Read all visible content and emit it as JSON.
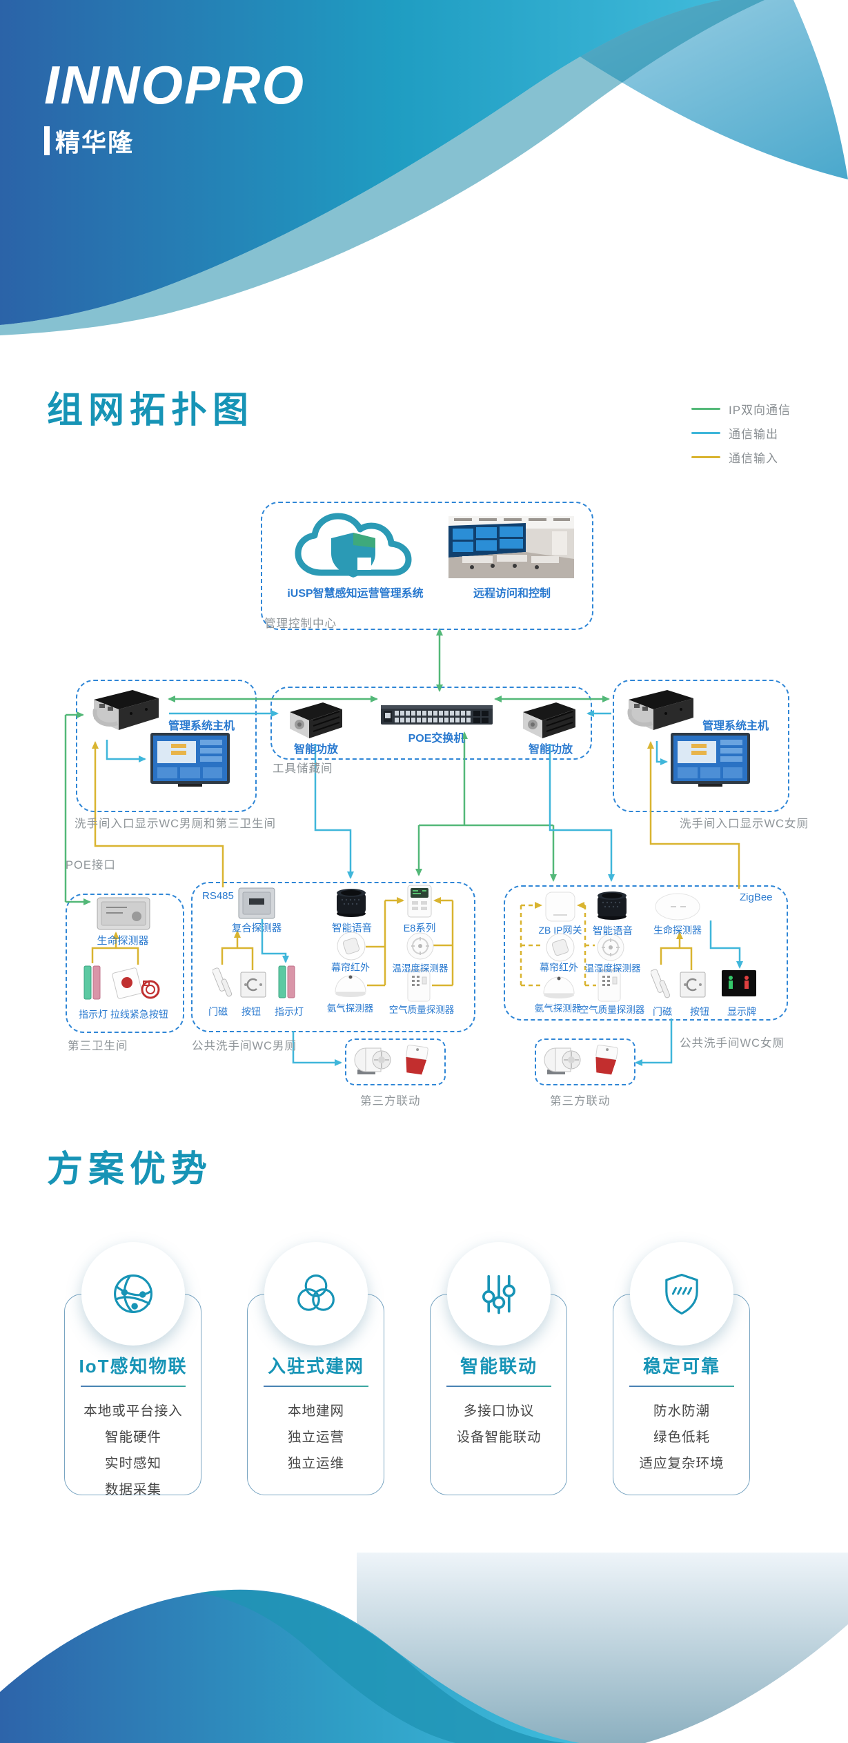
{
  "brand": {
    "logo": "INNOPRO",
    "sub_cn": "精华隆"
  },
  "palette": {
    "accent_teal": "#1794b6",
    "label_blue": "#2979cf",
    "caption_gray": "#8e9498",
    "dashed_border_blue": "#2f86d6",
    "line_green": "#53b878",
    "line_cyan": "#3fb6da",
    "line_yellow": "#d9b430"
  },
  "topology": {
    "title": "组网拓扑图",
    "legend": [
      {
        "label": "IP双向通信",
        "color": "#53b878"
      },
      {
        "label": "通信输出",
        "color": "#3fb6da"
      },
      {
        "label": "通信输入",
        "color": "#d9b430"
      }
    ],
    "control_center": {
      "caption": "管理控制中心",
      "system_label": "iUSP智慧感知运营管理系统",
      "remote_label": "远程访问和控制"
    },
    "left_host": {
      "label": "管理系统主机",
      "caption": "洗手间入口显示WC男厕和第三卫生间"
    },
    "right_host": {
      "label": "管理系统主机",
      "caption": "洗手间入口显示WC女厕"
    },
    "tool_room": {
      "caption": "工具储藏间",
      "amp_left": "智能功放",
      "switch": "POE交换机",
      "amp_right": "智能功放"
    },
    "poe_label": "POE接口",
    "third_wc": {
      "caption": "第三卫生间",
      "detector": "生命探测器",
      "devices_label": "指示灯 拉线紧急按钮"
    },
    "mens_wc": {
      "caption": "公共洗手间WC男厕",
      "bus": "RS485",
      "composite": "复合探测器",
      "voice": "智能语音",
      "e8": "E8系列",
      "curtain": "幕帘红外",
      "temp": "温湿度探测器",
      "ammonia": "氨气探测器",
      "air": "空气质量探测器",
      "door_row": [
        "门磁",
        "按钮",
        "指示灯"
      ]
    },
    "womens_wc": {
      "caption": "公共洗手间WC女厕",
      "bus": "ZigBee",
      "gateway": "ZB IP网关",
      "voice": "智能语音",
      "life": "生命探测器",
      "curtain": "幕帘红外",
      "temp": "温湿度探测器",
      "ammonia": "氨气探测器",
      "air": "空气质量探测器",
      "door_row": [
        "门磁",
        "按钮",
        "显示牌"
      ]
    },
    "linkage_left": "第三方联动",
    "linkage_right": "第三方联动"
  },
  "advantages": {
    "title": "方案优势",
    "cards": [
      {
        "icon": "globe-network-icon",
        "title": "IoT感知物联",
        "items": [
          "本地或平台接入",
          "智能硬件",
          "实时感知",
          "数据采集"
        ]
      },
      {
        "icon": "three-circles-icon",
        "title": "入驻式建网",
        "items": [
          "本地建网",
          "独立运营",
          "独立运维"
        ]
      },
      {
        "icon": "sliders-icon",
        "title": "智能联动",
        "items": [
          "多接口协议",
          "设备智能联动"
        ]
      },
      {
        "icon": "shield-icon",
        "title": "稳定可靠",
        "items": [
          "防水防潮",
          "绿色低耗",
          "适应复杂环境"
        ]
      }
    ]
  }
}
